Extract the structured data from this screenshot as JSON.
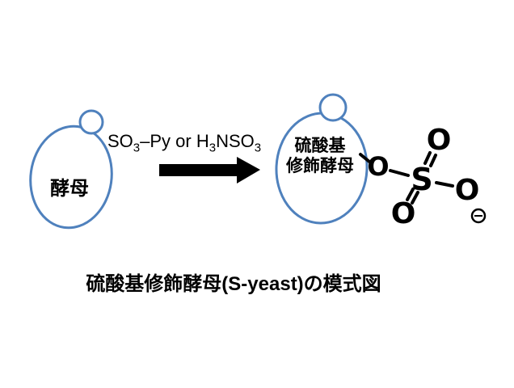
{
  "diagram": {
    "left_cell": {
      "label": "酵母"
    },
    "reagent": {
      "p1": "SO",
      "s1": "3",
      "p2": "–Py or H",
      "s2": "3",
      "p3": "NSO",
      "s3": "3"
    },
    "right_cell": {
      "label_line1": "硫酸基",
      "label_line2": "修飾酵母"
    },
    "sulfate": {
      "o_bridge": "O",
      "s_center": "S",
      "o_top": "O",
      "o_right": "O",
      "o_bottom": "O"
    },
    "caption": "硫酸基修飾酵母(S-yeast)の模式図",
    "colors": {
      "cell_outline": "#4F81BD",
      "ink": "#000000",
      "background": "#ffffff"
    }
  }
}
